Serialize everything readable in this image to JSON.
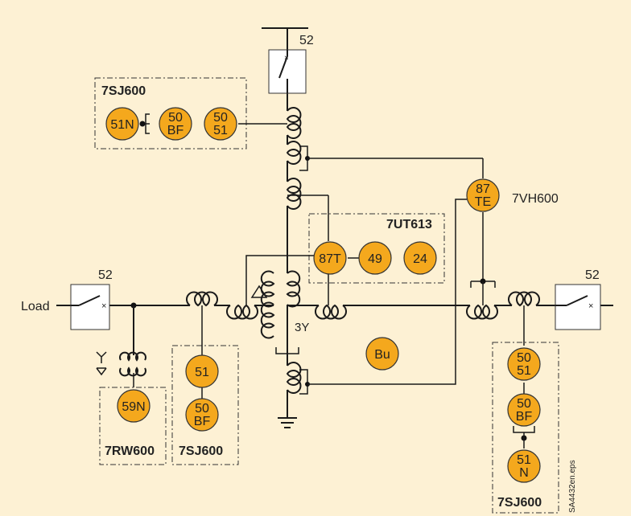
{
  "labels": {
    "breaker_top": "52",
    "breaker_left": "52",
    "breaker_right": "52",
    "load": "Load",
    "transformer_winding": "3Y",
    "file_ref": "SA4432en.eps"
  },
  "devices": {
    "top_left": "7SJ600",
    "ut613": "7UT613",
    "vh600": "7VH600",
    "rw600": "7RW600",
    "mid": "7SJ600",
    "right": "7SJ600"
  },
  "relays": {
    "r51N_top": [
      "51N"
    ],
    "r50BF_top": [
      "50",
      "BF"
    ],
    "r5051_top": [
      "50",
      "51"
    ],
    "r87TE": [
      "87",
      "TE"
    ],
    "r87T": [
      "87T"
    ],
    "r49": [
      "49"
    ],
    "r24": [
      "24"
    ],
    "r59N": [
      "59N"
    ],
    "r51_mid": [
      "51"
    ],
    "r50BF_mid": [
      "50",
      "BF"
    ],
    "rBu": [
      "Bu"
    ],
    "r5051_right": [
      "50",
      "51"
    ],
    "r50BF_right": [
      "50",
      "BF"
    ],
    "r51N_right": [
      "51",
      "N"
    ]
  },
  "colors": {
    "background": "#fdf1d4",
    "relay_fill": "#f4a81d"
  }
}
